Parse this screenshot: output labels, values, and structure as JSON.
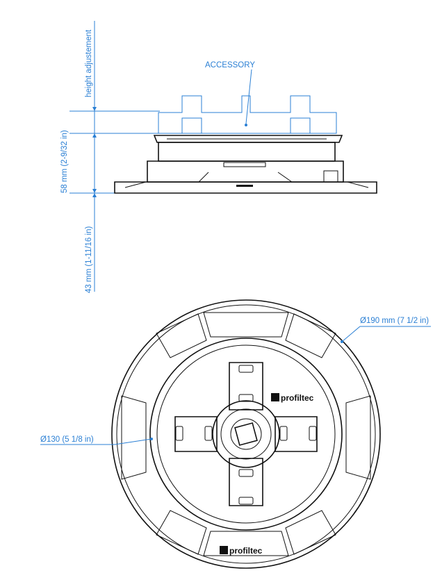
{
  "labels": {
    "height_adjustment": "height adjustement",
    "accessory": "ACCESSORY",
    "dim_58": "58 mm  (2-9/32 in)",
    "dim_43": "43 mm (1-11/16 in)",
    "dia_190": "Ø190 mm (7 1/2 in)",
    "dia_130": "Ø130 (5 1/8 in)",
    "brand_1": "profiltec",
    "brand_2": "profiltec"
  },
  "colors": {
    "dimension": "#2a7fd4",
    "outline": "#111111"
  }
}
